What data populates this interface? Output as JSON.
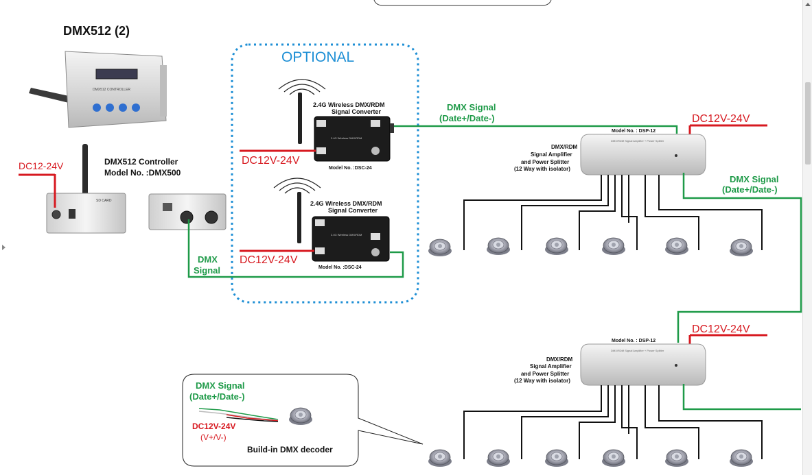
{
  "title": "DMX512 (2)",
  "optional_label": "OPTIONAL",
  "controller": {
    "power_label": "DC12-24V",
    "name_line1": "DMX512 Controller",
    "name_line2": "Model No. :DMX500"
  },
  "dmx_signal_left": {
    "line1": "DMX",
    "line2": "Signal"
  },
  "converter_top": {
    "title_line1": "2.4G Wireless DMX/RDM",
    "title_line2": "Signal Converter",
    "model": "Model No. :DSC-24",
    "power_label": "DC12V-24V"
  },
  "converter_bottom": {
    "title_line1": "2.4G Wireless DMX/RDM",
    "title_line2": "Signal Converter",
    "model": "Model No. :DSC-24",
    "power_label": "DC12V-24V"
  },
  "dmx_signal_top": {
    "line1": "DMX Signal",
    "line2": "(Date+/Date-)"
  },
  "dmx_signal_right": {
    "line1": "DMX Signal",
    "line2": "(Date+/Date-)"
  },
  "splitter_top": {
    "power_label": "DC12V-24V",
    "model": "Model No. : DSP-12",
    "desc_line1": "DMX/RDM",
    "desc_line2": "Signal Amplifier",
    "desc_line3": "and Power Splitter",
    "desc_line4": "(12 Way with isolator)"
  },
  "splitter_bottom": {
    "power_label": "DC12V-24V",
    "model": "Model No. : DSP-12",
    "desc_line1": "DMX/RDM",
    "desc_line2": "Signal Amplifier",
    "desc_line3": "and Power Splitter",
    "desc_line4": "(12 Way with isolator)"
  },
  "callout": {
    "signal_line1": "DMX Signal",
    "signal_line2": "(Date+/Date-)",
    "power_line1": "DC12V-24V",
    "power_line2": "(V+/V-)",
    "decoder_label": "Build-in DMX decoder"
  },
  "colors": {
    "red": "#d71920",
    "green": "#1e9a48",
    "blue": "#1e8fd5"
  }
}
